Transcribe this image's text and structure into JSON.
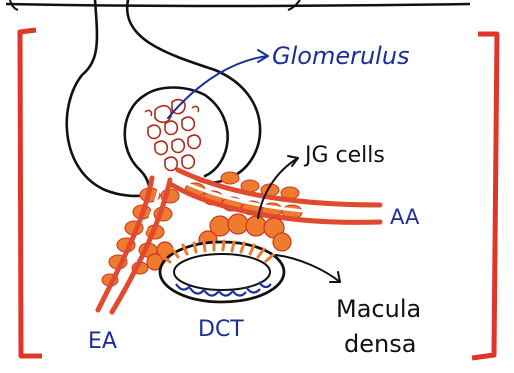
{
  "diagram": {
    "labels": {
      "glomerulus": "Glomerulus",
      "jg_cells": "JG cells",
      "aa": "AA",
      "ea": "EA",
      "dct": "DCT",
      "macula_line1": "Macula",
      "macula_line2": "densa"
    },
    "colors": {
      "frame": "#e0362a",
      "vessel": "#e04a2e",
      "vessel_fill": "#f06f45",
      "juxta": "#f07a2e",
      "blue_text": "#1b2f9a",
      "ink": "#111111"
    }
  }
}
